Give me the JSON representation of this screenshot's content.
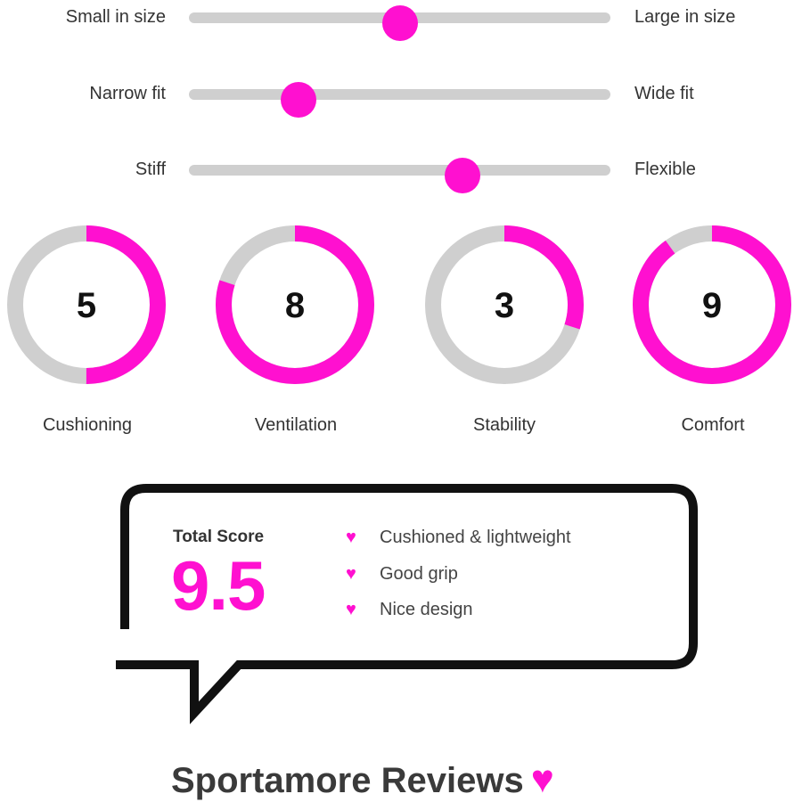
{
  "colors": {
    "accent": "#ff10d0",
    "track": "#cfcfcf",
    "text": "#333333"
  },
  "sliders": [
    {
      "left_label": "Small in size",
      "right_label": "Large in size",
      "value": 0.5
    },
    {
      "left_label": "Narrow fit",
      "right_label": "Wide fit",
      "value": 0.26
    },
    {
      "left_label": "Stiff",
      "right_label": "Flexible",
      "value": 0.65
    }
  ],
  "ratings": [
    {
      "label": "Cushioning",
      "score": "5",
      "value": 5,
      "max": 10
    },
    {
      "label": "Ventilation",
      "score": "8",
      "value": 8,
      "max": 10
    },
    {
      "label": "Stability",
      "score": "3",
      "value": 3,
      "max": 10
    },
    {
      "label": "Comfort",
      "score": "9",
      "value": 9,
      "max": 10
    }
  ],
  "summary": {
    "total_label": "Total Score",
    "total_value": "9.5",
    "pros": [
      "Cushioned & lightweight",
      "Good grip",
      "Nice design"
    ],
    "bullet_icon": "heart-icon"
  },
  "brand": {
    "name": "Sportamore Reviews",
    "icon": "heart-icon"
  }
}
